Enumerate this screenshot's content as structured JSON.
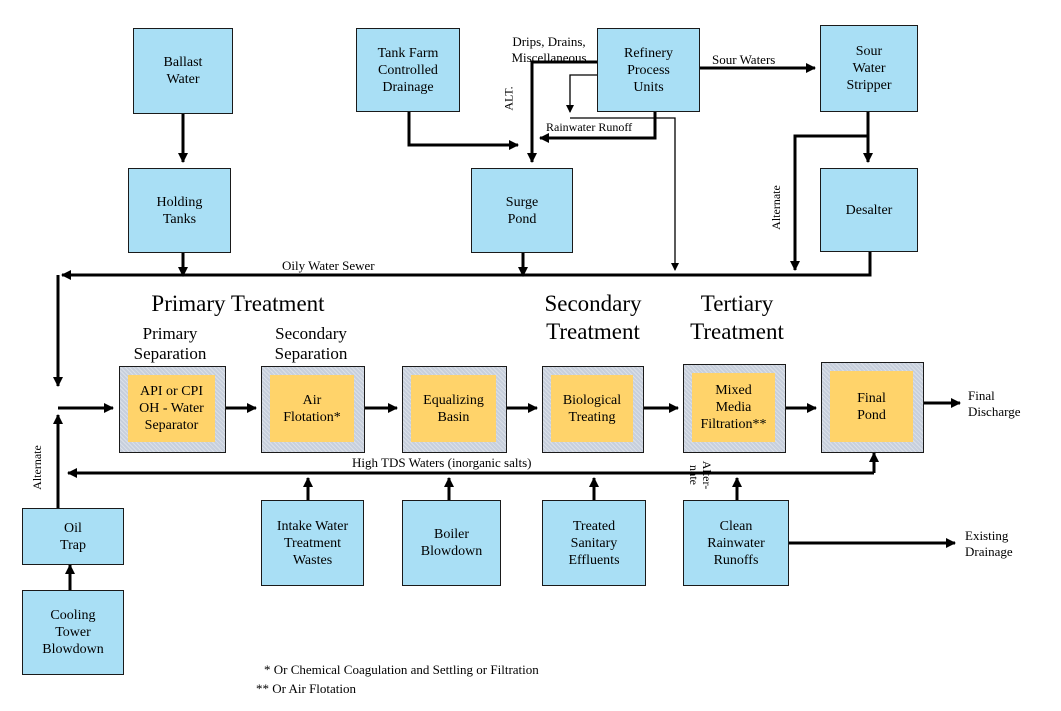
{
  "boxes": {
    "ballast_water": "Ballast\nWater",
    "holding_tanks": "Holding\nTanks",
    "tank_farm": "Tank Farm\nControlled\nDrainage",
    "surge_pond": "Surge\nPond",
    "refinery_units": "Refinery\nProcess\nUnits",
    "sour_water_stripper": "Sour\nWater\nStripper",
    "desalter": "Desalter",
    "api_separator": "API or CPI\nOH - Water\nSeparator",
    "air_flotation": "Air\nFlotation*",
    "equalizing_basin": "Equalizing\nBasin",
    "biological_treating": "Biological\nTreating",
    "mixed_media": "Mixed\nMedia\nFiltration**",
    "final_pond": "Final\nPond",
    "oil_trap": "Oil\nTrap",
    "cooling_tower": "Cooling\nTower\nBlowdown",
    "intake_water": "Intake Water\nTreatment\nWastes",
    "boiler_blowdown": "Boiler\nBlowdown",
    "treated_sanitary": "Treated\nSanitary\nEffluents",
    "clean_rainwater": "Clean\nRainwater\nRunoffs"
  },
  "headings": {
    "primary_treatment": "Primary Treatment",
    "primary_separation": "Primary\nSeparation",
    "secondary_separation": "Secondary\nSeparation",
    "secondary_treatment": "Secondary\nTreatment",
    "tertiary_treatment": "Tertiary\nTreatment"
  },
  "labels": {
    "drips": "Drips, Drains,\nMiscellaneous",
    "sour_waters": "Sour Waters",
    "alt": "ALT.",
    "rainwater_runoff": "Rainwater Runoff",
    "alternate_right": "Alternate",
    "oily_water_sewer": "Oily Water Sewer",
    "alternate_left": "Alternate",
    "high_tds": "High TDS Waters (inorganic salts)",
    "alternate_bottom": "Alter-\nnate",
    "final_discharge": "Final\nDischarge",
    "existing_drainage": "Existing\nDrainage"
  },
  "notes": {
    "note1": "* Or Chemical Coagulation and Settling or Filtration",
    "note2": "** Or Air Flotation"
  }
}
